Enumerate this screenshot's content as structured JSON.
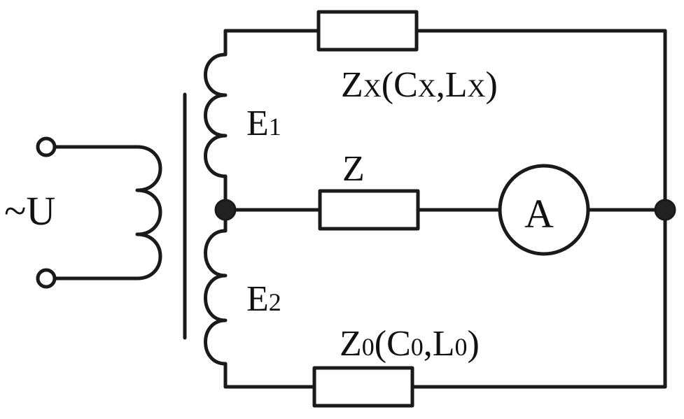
{
  "diagram": {
    "source": {
      "symbol": "~U"
    },
    "windings": {
      "upper": {
        "label_main": "E",
        "label_sub": "1"
      },
      "lower": {
        "label_main": "E",
        "label_sub": "2"
      }
    },
    "impedances": {
      "top": {
        "prefix": "Z",
        "sub1": "X",
        "mid1": "(C",
        "sub2": "X",
        "mid2": ",L",
        "sub3": "X",
        "suffix": ")"
      },
      "middle": {
        "label": "Z"
      },
      "bottom": {
        "prefix": "Z",
        "sub1": "0",
        "mid1": "(C",
        "sub2": "0",
        "mid2": ",L",
        "sub3": "0",
        "suffix": ")"
      }
    },
    "ammeter": {
      "label": "A"
    }
  }
}
